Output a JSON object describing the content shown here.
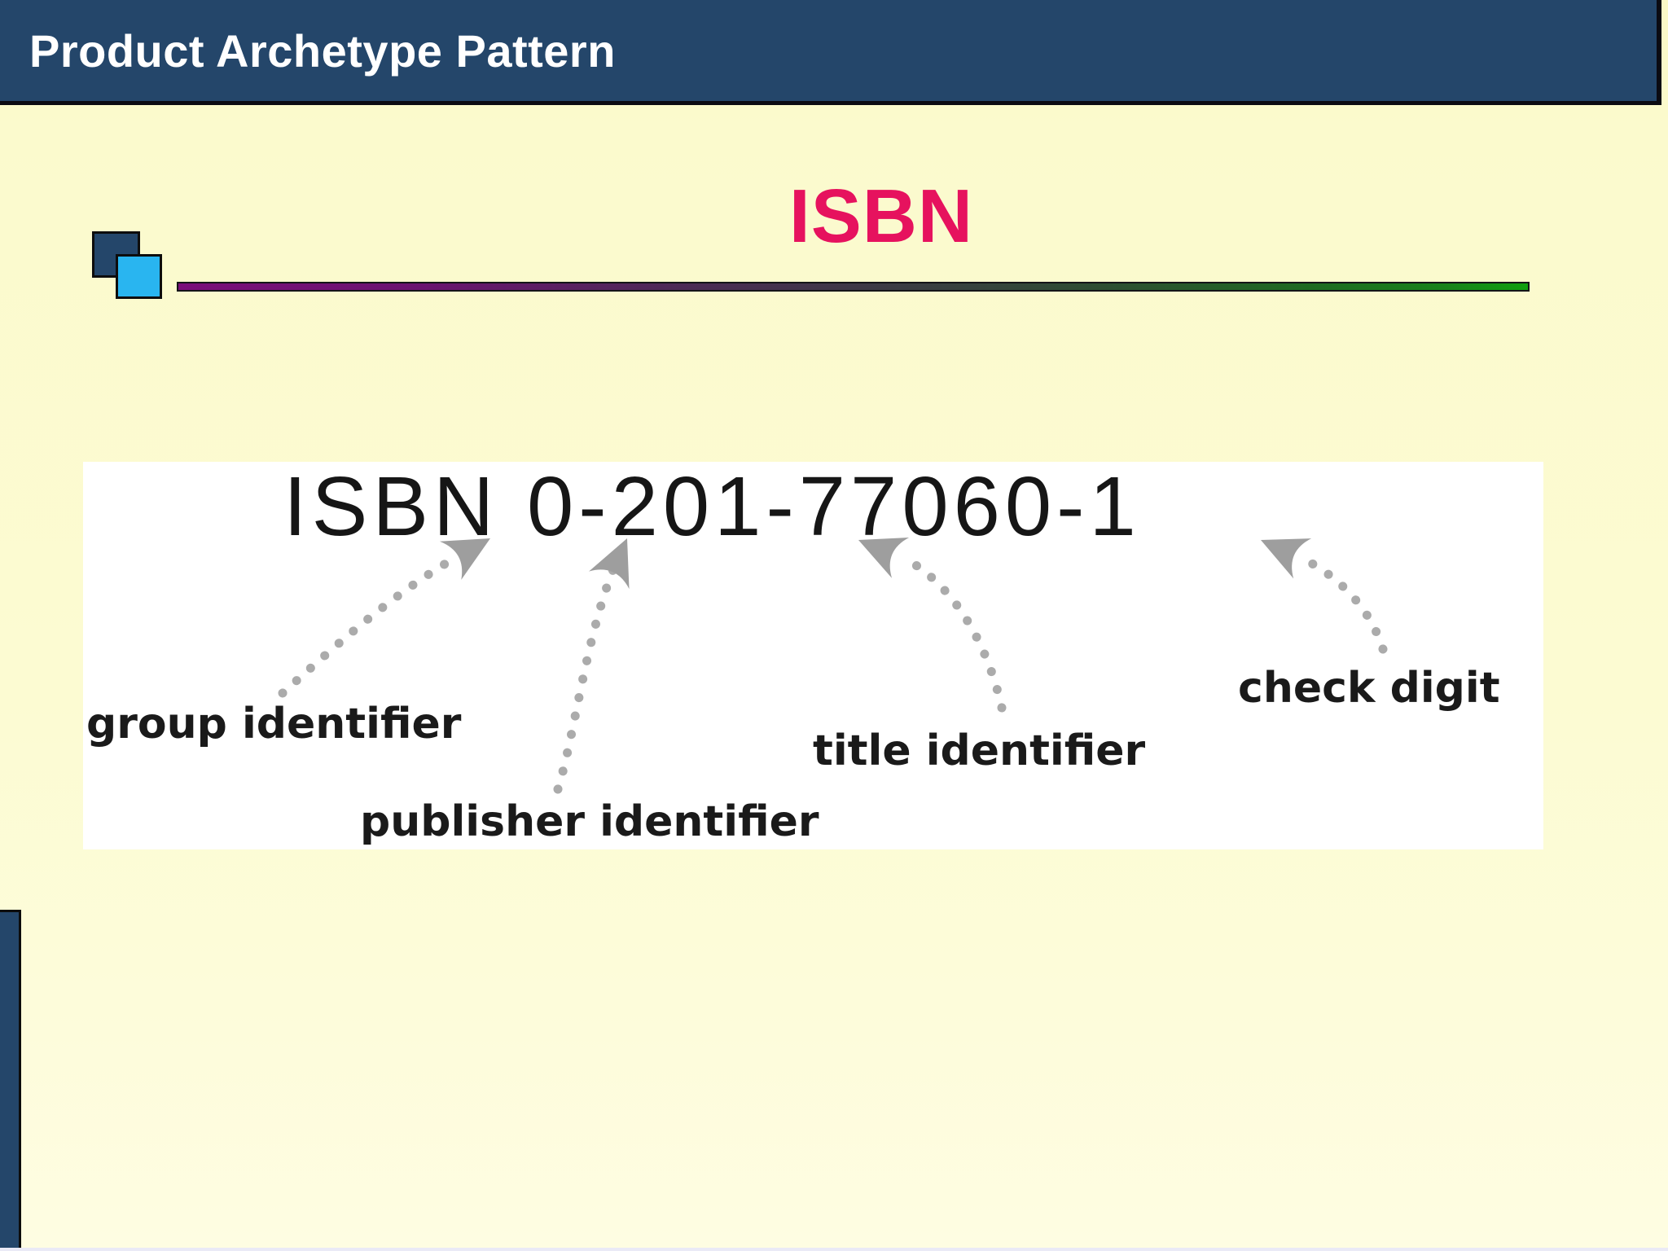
{
  "header": {
    "title": "Product Archetype Pattern"
  },
  "slide_title": {
    "text": "ISBN"
  },
  "figure": {
    "isbn_text": "ISBN 0-201-77060-1",
    "labels": {
      "group": "group identifier",
      "publisher": "publisher identifier",
      "title": "title identifier",
      "check": "check digit"
    }
  },
  "colors": {
    "header_bg": "#24466A",
    "slide_bg": "#FCFBD1",
    "title_pink": "#E6125E",
    "square_dark": "#24466A",
    "square_cyan": "#29B5F0",
    "rule_gradient": [
      "#7A0E7A",
      "#3C3A45",
      "#1E6B22",
      "#0FA00F"
    ],
    "arrow_gray": "#9E9E9E",
    "dot_gray": "#ABABAB",
    "text_black": "#161616"
  }
}
